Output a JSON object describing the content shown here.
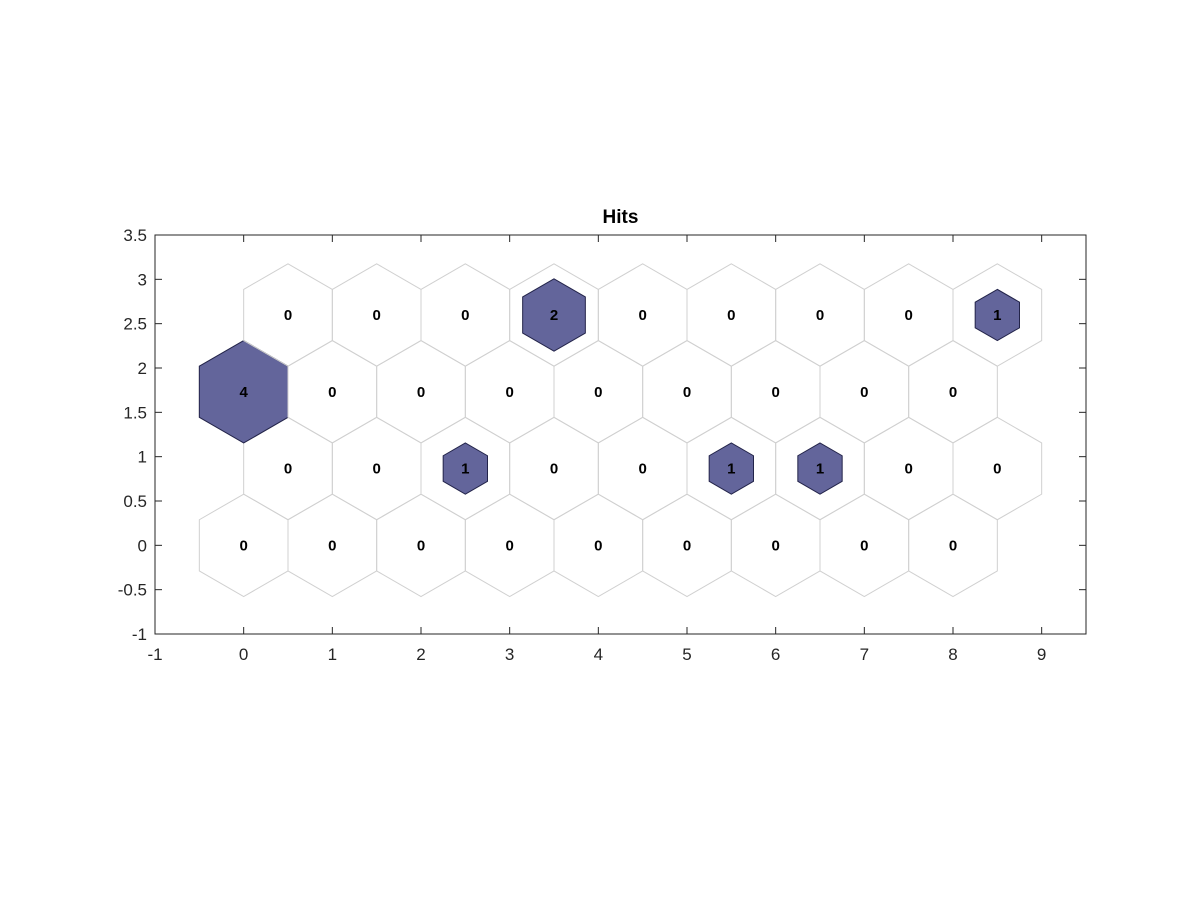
{
  "chart_data": {
    "type": "heatmap",
    "title": "Hits",
    "xlabel": "",
    "ylabel": "",
    "xlim": [
      -1,
      9.5
    ],
    "ylim": [
      -1,
      3.5
    ],
    "xticks": [
      -1,
      0,
      1,
      2,
      3,
      4,
      5,
      6,
      7,
      8,
      9
    ],
    "yticks": [
      -1,
      -0.5,
      0,
      0.5,
      1,
      1.5,
      2,
      2.5,
      3,
      3.5
    ],
    "xtick_labels": [
      "-1",
      "0",
      "1",
      "2",
      "3",
      "4",
      "5",
      "6",
      "7",
      "8",
      "9"
    ],
    "ytick_labels": [
      "-1",
      "-0.5",
      "0",
      "0.5",
      "1",
      "1.5",
      "2",
      "2.5",
      "3",
      "3.5"
    ],
    "grid": false,
    "cells": [
      {
        "x": 0,
        "y": 0,
        "hits": 0
      },
      {
        "x": 1,
        "y": 0,
        "hits": 0
      },
      {
        "x": 2,
        "y": 0,
        "hits": 0
      },
      {
        "x": 3,
        "y": 0,
        "hits": 0
      },
      {
        "x": 4,
        "y": 0,
        "hits": 0
      },
      {
        "x": 5,
        "y": 0,
        "hits": 0
      },
      {
        "x": 6,
        "y": 0,
        "hits": 0
      },
      {
        "x": 7,
        "y": 0,
        "hits": 0
      },
      {
        "x": 8,
        "y": 0,
        "hits": 0
      },
      {
        "x": 0.5,
        "y": 0.866,
        "hits": 0
      },
      {
        "x": 1.5,
        "y": 0.866,
        "hits": 0
      },
      {
        "x": 2.5,
        "y": 0.866,
        "hits": 1
      },
      {
        "x": 3.5,
        "y": 0.866,
        "hits": 0
      },
      {
        "x": 4.5,
        "y": 0.866,
        "hits": 0
      },
      {
        "x": 5.5,
        "y": 0.866,
        "hits": 1
      },
      {
        "x": 6.5,
        "y": 0.866,
        "hits": 1
      },
      {
        "x": 7.5,
        "y": 0.866,
        "hits": 0
      },
      {
        "x": 8.5,
        "y": 0.866,
        "hits": 0
      },
      {
        "x": 0,
        "y": 1.732,
        "hits": 4
      },
      {
        "x": 1,
        "y": 1.732,
        "hits": 0
      },
      {
        "x": 2,
        "y": 1.732,
        "hits": 0
      },
      {
        "x": 3,
        "y": 1.732,
        "hits": 0
      },
      {
        "x": 4,
        "y": 1.732,
        "hits": 0
      },
      {
        "x": 5,
        "y": 1.732,
        "hits": 0
      },
      {
        "x": 6,
        "y": 1.732,
        "hits": 0
      },
      {
        "x": 7,
        "y": 1.732,
        "hits": 0
      },
      {
        "x": 8,
        "y": 1.732,
        "hits": 0
      },
      {
        "x": 0.5,
        "y": 2.598,
        "hits": 0
      },
      {
        "x": 1.5,
        "y": 2.598,
        "hits": 0
      },
      {
        "x": 2.5,
        "y": 2.598,
        "hits": 0
      },
      {
        "x": 3.5,
        "y": 2.598,
        "hits": 2
      },
      {
        "x": 4.5,
        "y": 2.598,
        "hits": 0
      },
      {
        "x": 5.5,
        "y": 2.598,
        "hits": 0
      },
      {
        "x": 6.5,
        "y": 2.598,
        "hits": 0
      },
      {
        "x": 7.5,
        "y": 2.598,
        "hits": 0
      },
      {
        "x": 8.5,
        "y": 2.598,
        "hits": 1
      }
    ],
    "max_hits": 4,
    "colors": {
      "hit_fill": "#63659b",
      "hit_edge": "#23244a",
      "cell_edge": "#d0d0d0",
      "axis": "#262626",
      "text": "#000000"
    }
  }
}
